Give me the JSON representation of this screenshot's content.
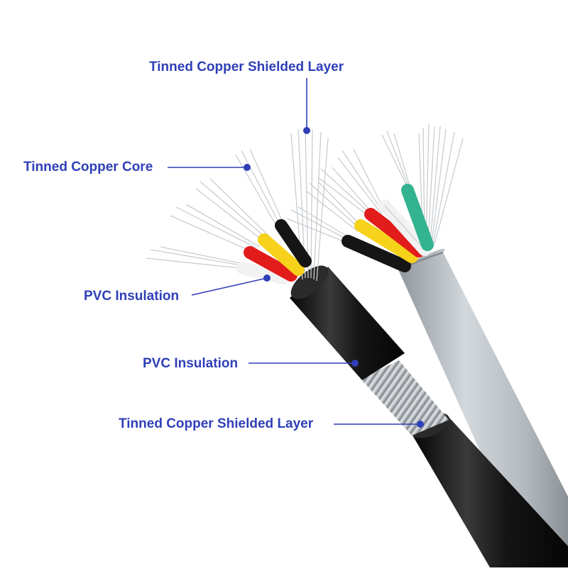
{
  "colors": {
    "label": "#2f3fb8",
    "leader": "#2f3fb8",
    "sheath_black": "#1a1a1a",
    "sheath_gray": "#b6bcc1",
    "wire_red": "#e21b1b",
    "wire_yellow": "#f6d21a",
    "wire_white": "#f2f2f2",
    "wire_black": "#151515",
    "wire_green": "#33b38f",
    "strands": "#c8ccd0"
  },
  "callouts": {
    "top_shield": "Tinned Copper Shielded Layer",
    "core": "Tinned Copper Core",
    "inner_insulation": "PVC Insulation",
    "outer_insulation": "PVC Insulation",
    "bottom_shield": "Tinned Copper Shielded Layer"
  },
  "cables": [
    {
      "id": "shielded-black-cable",
      "sheath": "black",
      "wires": [
        "white",
        "red",
        "yellow",
        "black"
      ]
    },
    {
      "id": "unshielded-gray-cable",
      "sheath": "gray",
      "wires": [
        "black",
        "yellow",
        "red",
        "white",
        "green"
      ]
    }
  ]
}
